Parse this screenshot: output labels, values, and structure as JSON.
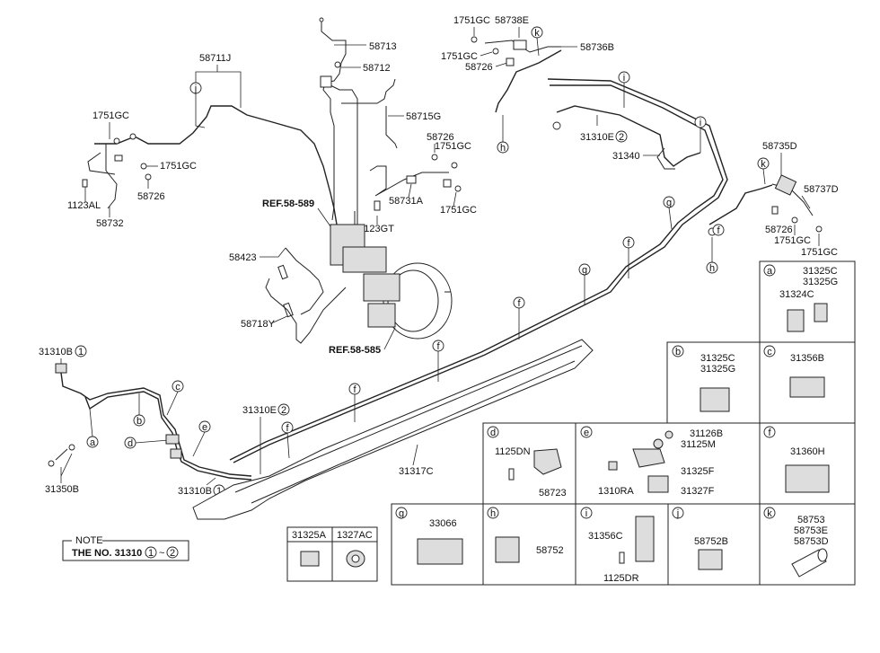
{
  "callouts": {
    "p58711J": "58711J",
    "p58713": "58713",
    "p58712": "58712",
    "p58715G": "58715G",
    "p1751GC_a": "1751GC",
    "p1751GC_b": "1751GC",
    "p1751GC_c": "1751GC",
    "p1751GC_d": "1751GC",
    "p1751GC_e": "1751GC",
    "p1751GC_f": "1751GC",
    "p1751GC_g": "1751GC",
    "p1751GC_h": "1751GC",
    "p58738E": "58738E",
    "p58736B": "58736B",
    "p58726_a": "58726",
    "p58726_b": "58726",
    "p58726_c": "58726",
    "p1123AL": "1123AL",
    "p58732": "58732",
    "p58731A": "58731A",
    "p1123GT": "1123GT",
    "ref589": "REF.58-589",
    "ref585": "REF.58-585",
    "p58423": "58423",
    "p58718Y": "58718Y",
    "p31310E2_top": "31310E",
    "p31340": "31340",
    "p58735D": "58735D",
    "p58737D": "58737D",
    "p31310B1_top": "31310B",
    "p31350B": "31350B",
    "p31310E2_bot": "31310E",
    "p31310B1_bot": "31310B",
    "p31317C": "31317C"
  },
  "circled_numbers": {
    "one": "1",
    "two": "2"
  },
  "letters": {
    "a": "a",
    "b": "b",
    "c": "c",
    "d": "d",
    "e": "e",
    "f": "f",
    "g": "g",
    "h": "h",
    "i": "i",
    "j": "j",
    "k": "k"
  },
  "detail_boxes": {
    "a": {
      "letter": "a",
      "parts": [
        "31325C",
        "31325G",
        "31324C"
      ]
    },
    "b": {
      "letter": "b",
      "parts": [
        "31325C",
        "31325G"
      ]
    },
    "c": {
      "letter": "c",
      "parts": [
        "31356B"
      ]
    },
    "d": {
      "letter": "d",
      "parts": [
        "1125DN",
        "58723"
      ]
    },
    "e": {
      "letter": "e",
      "parts": [
        "31126B",
        "31125M",
        "31325F",
        "1310RA",
        "31327F"
      ]
    },
    "f": {
      "letter": "f",
      "parts": [
        "31360H"
      ]
    },
    "g": {
      "letter": "g",
      "parts": [
        "33066"
      ]
    },
    "h": {
      "letter": "h",
      "parts": [
        "58752"
      ]
    },
    "i": {
      "letter": "i",
      "parts": [
        "31356C",
        "1125DR"
      ]
    },
    "j": {
      "letter": "j",
      "parts": [
        "58752B"
      ]
    },
    "k": {
      "letter": "k",
      "parts": [
        "58753",
        "58753E",
        "58753D"
      ]
    }
  },
  "small_table": {
    "headers": [
      "31325A",
      "1327AC"
    ]
  },
  "note": {
    "title": "NOTE",
    "text": "THE NO. 31310 :",
    "circ1": "1",
    "tilde": "~",
    "circ2": "2"
  }
}
